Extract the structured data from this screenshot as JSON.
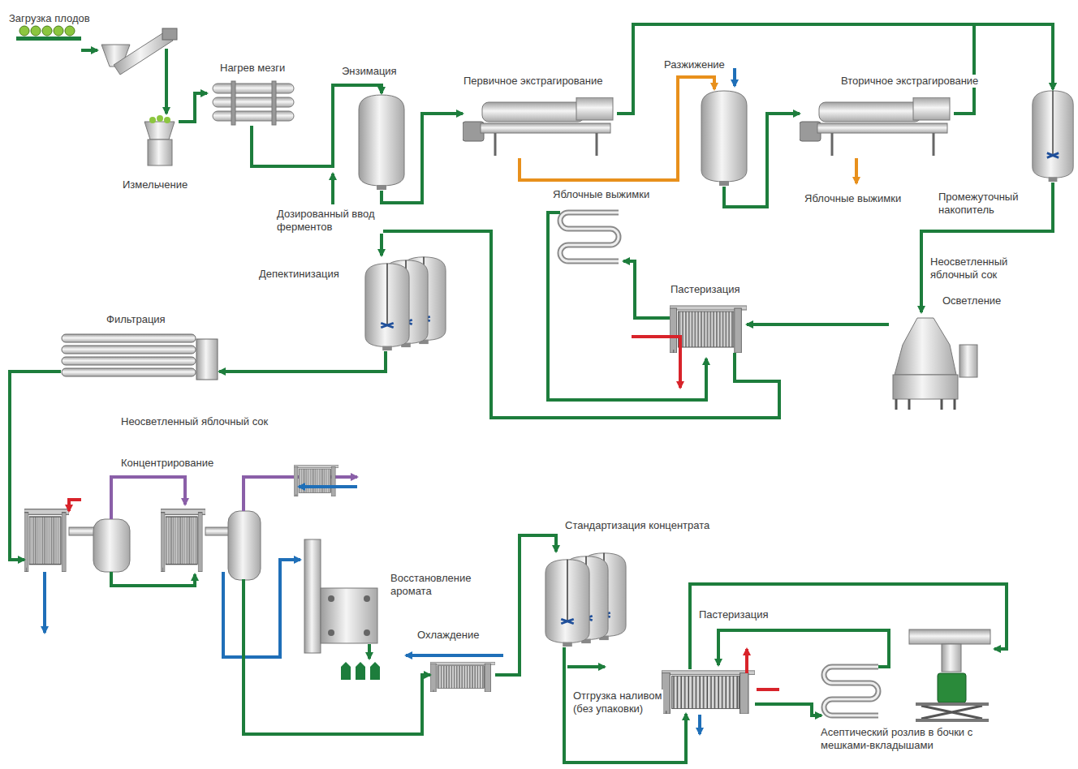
{
  "diagram": {
    "nodes": [
      {
        "text": [
          "Загрузка плодов"
        ]
      },
      {
        "text": [
          "Измельчение"
        ]
      },
      {
        "text": [
          "Нагрев мезги"
        ]
      },
      {
        "text": [
          "Энзимация"
        ]
      },
      {
        "text": [
          "Первичное экстрагирование"
        ]
      },
      {
        "text": [
          "Разжижение"
        ]
      },
      {
        "text": [
          "Вторичное экстрагирование"
        ]
      },
      {
        "text": [
          "Промежуточный накопитель"
        ]
      },
      {
        "text": [
          "Осветление"
        ]
      },
      {
        "text": [
          "Пастеризация"
        ]
      },
      {
        "text": [
          "Депектинизация"
        ]
      },
      {
        "text": [
          "Фильтрация"
        ]
      },
      {
        "text": [
          "Концентрирование"
        ]
      },
      {
        "text": [
          "Восстановление аромата"
        ]
      },
      {
        "text": [
          "Охлаждение"
        ]
      },
      {
        "text": [
          "Стандартизация концентрата"
        ]
      },
      {
        "text": [
          "Пастеризация"
        ]
      },
      {
        "text": [
          "Асептический розлив в бочки с мешками-вкладышами"
        ]
      }
    ],
    "edges": [
      {
        "from": 0,
        "to": 1,
        "arrow": "to"
      },
      {
        "from": 1,
        "to": 2,
        "arrow": "to"
      },
      {
        "from": 2,
        "to": 3,
        "arrow": "to"
      },
      {
        "from": 3,
        "to": 4,
        "arrow": "to"
      },
      {
        "from": 4,
        "to": 5,
        "arrow": "to"
      },
      {
        "from": 4,
        "to": 7,
        "arrow": "to"
      },
      {
        "from": 5,
        "to": 6,
        "arrow": "to"
      },
      {
        "from": 6,
        "to": 7,
        "arrow": "to"
      },
      {
        "from": 7,
        "to": 8,
        "label": "Неосветленный яблочный сок",
        "arrow": "to"
      },
      {
        "from": 8,
        "to": 9,
        "arrow": "to"
      },
      {
        "from": 9,
        "to": 10,
        "arrow": "to"
      },
      {
        "from": 10,
        "to": 11,
        "arrow": "to"
      },
      {
        "from": 11,
        "to": 12,
        "label": "Неосветленный яблочный сок",
        "arrow": "to"
      },
      {
        "from": 12,
        "to": 13,
        "arrow": "to"
      },
      {
        "from": 12,
        "to": 14,
        "arrow": "to"
      },
      {
        "from": 14,
        "to": 15,
        "arrow": "to"
      },
      {
        "from": 15,
        "to": 16,
        "arrow": "to"
      },
      {
        "from": 16,
        "to": 17,
        "arrow": "to"
      }
    ],
    "labels": [
      "Дозированный ввод ферментов",
      "Яблочные выжимки",
      "Яблочные выжимки",
      "Отгрузка наливом (без упаковки)"
    ]
  }
}
